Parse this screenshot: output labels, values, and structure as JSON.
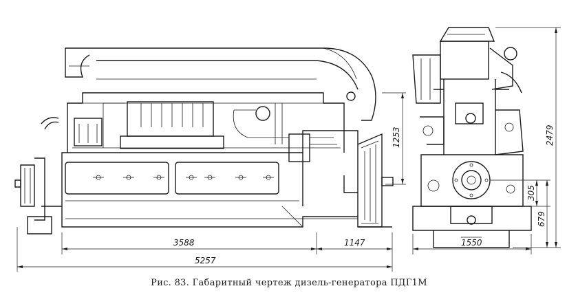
{
  "caption": "Рис. 83. Габаритный чертеж дизель-генератора ПДГ1М",
  "dimensions": {
    "length_main": "3588",
    "length_generator": "1147",
    "length_total": "5257",
    "height_side": "1253",
    "width_front": "1550",
    "height_total": "2479",
    "height_axis": "305",
    "height_base": "679"
  }
}
